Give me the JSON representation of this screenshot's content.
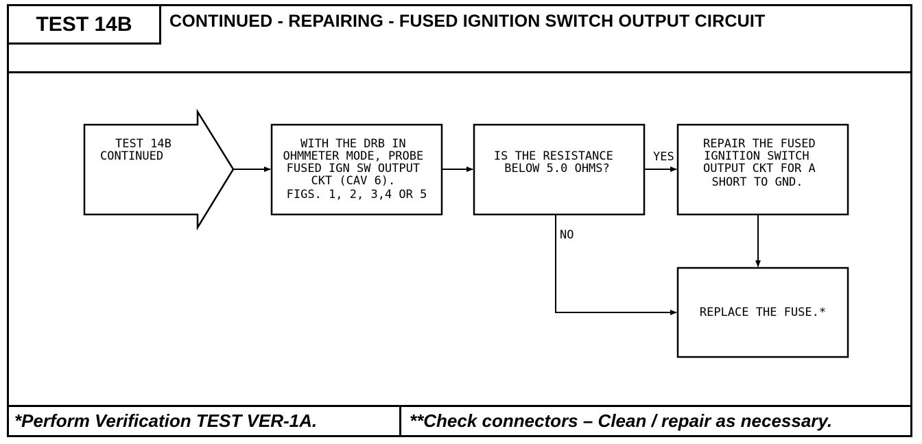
{
  "header": {
    "test_label": "TEST 14B",
    "title": "CONTINUED - REPAIRING - FUSED IGNITION SWITCH OUTPUT CIRCUIT"
  },
  "flowchart": {
    "start": [
      "TEST 14B",
      "CONTINUED"
    ],
    "step1": [
      "WITH THE DRB IN",
      "OHMMETER MODE, PROBE",
      "FUSED IGN SW OUTPUT",
      "CKT (CAV 6).",
      "FIGS. 1, 2, 3,4 OR 5"
    ],
    "question": [
      "IS THE RESISTANCE",
      "BELOW 5.0 OHMS?"
    ],
    "yes_label": "YES",
    "no_label": "NO",
    "repair": [
      "REPAIR THE FUSED",
      "IGNITION SWITCH",
      "OUTPUT CKT FOR A",
      "SHORT TO GND."
    ],
    "replace": [
      "REPLACE THE FUSE.*"
    ]
  },
  "footer": {
    "left": "*Perform Verification TEST VER-1A.",
    "right": "**Check connectors – Clean / repair as necessary."
  }
}
